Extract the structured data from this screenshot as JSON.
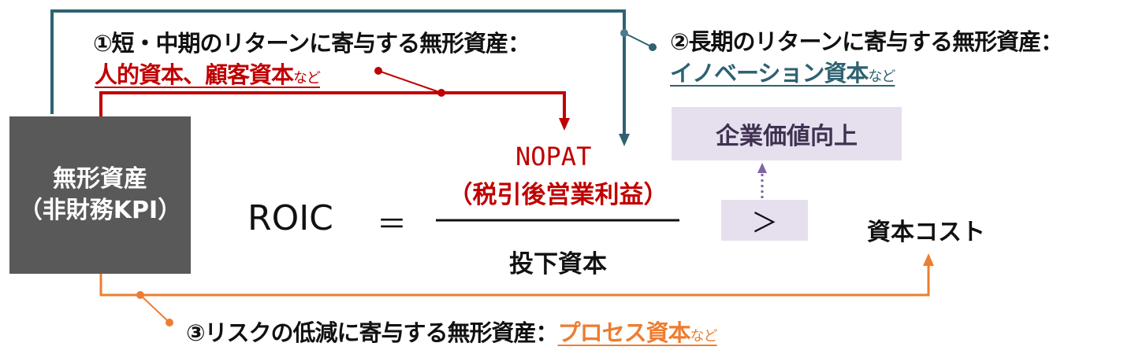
{
  "intangibles_box": {
    "line1": "無形資産",
    "line2": "（非財務KPI）"
  },
  "formula": {
    "lhs": "ROIC",
    "equals": "＝",
    "numerator_line1": "NOPAT",
    "numerator_line2": "（税引後営業利益）",
    "denominator": "投下資本",
    "comparison": "＞",
    "cost_of_capital": "資本コスト"
  },
  "enterprise_value": "企業価値向上",
  "category1": {
    "title": "①短・中期のリターンに寄与する無形資産：",
    "examples": "人的資本、顧客資本",
    "suffix": "など"
  },
  "category2": {
    "title": "②長期のリターンに寄与する無形資産：",
    "examples": "イノベーション資本",
    "suffix": "など"
  },
  "category3": {
    "title": "③リスクの低減に寄与する無形資産：",
    "examples": "プロセス資本",
    "suffix": "など"
  },
  "colors": {
    "teal": "#2e6271",
    "red": "#c00000",
    "orange": "#ed7d31",
    "gray": "#595959",
    "lavender": "#e6e0ee",
    "purple": "#8064a2"
  }
}
